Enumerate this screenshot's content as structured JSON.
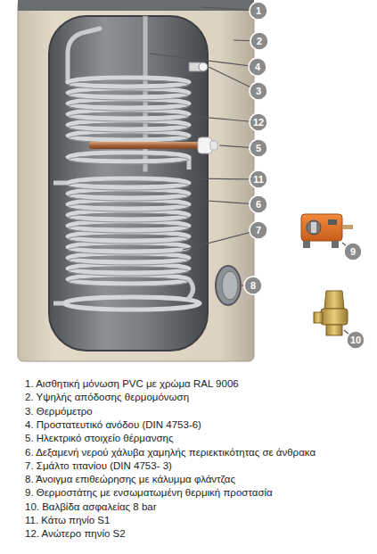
{
  "diagram": {
    "labels": [
      "1",
      "2",
      "4",
      "3",
      "12",
      "5",
      "11",
      "6",
      "7",
      "8",
      "9",
      "10",
      "1. Αισθητική μόνωση PVC με χρώμα RAL 9006",
      "2. Υψηλής απόδοσης θερμομόνωση",
      "3. Θερμόμετρο",
      "4. Προστατευτικό ανόδου (DIN 4753-6)",
      "5. Ηλεκτρικό στοιχείο θέρμανσης",
      "6. Δεξαμενή νερού χάλυβα χαμηλής περιεκτικότητας σε άνθρακα",
      "7. Σμάλτο τιτανίου (DIN 4753- 3)",
      "8. Άνοιγμα επιθεώρησης με κάλυμμα φλάντζας",
      "9. Θερμοστάτης με ενσωματωμένη θερμική προστασία",
      "10. Βαλβίδα ασφαλείας 8 bar",
      "11. Κάτω πηνίο S1",
      "12. Ανώτερο πηνίο S2"
    ]
  }
}
